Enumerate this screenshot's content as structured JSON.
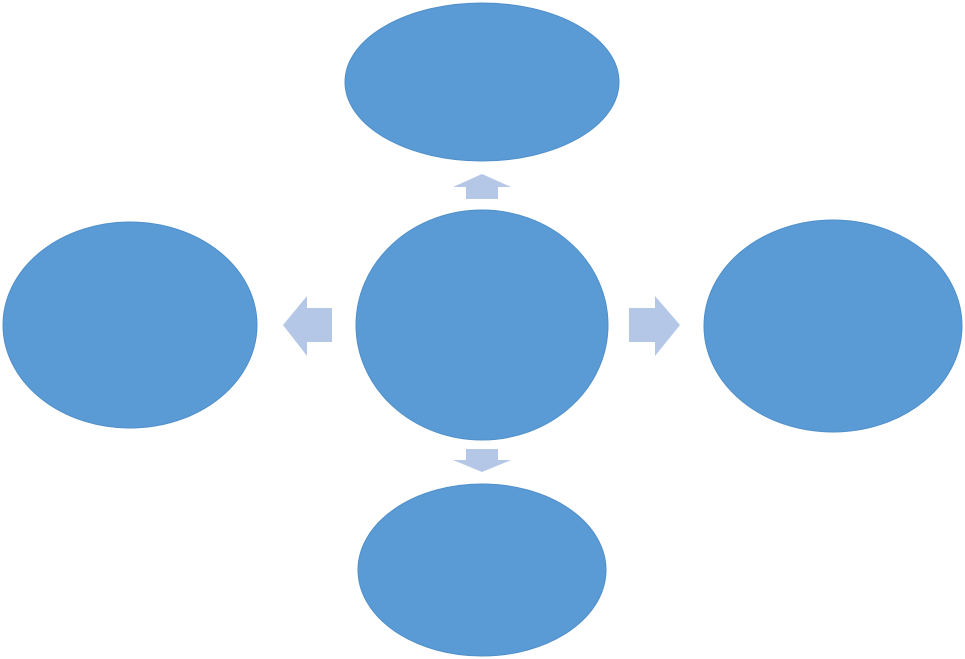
{
  "diagram": {
    "type": "radial-cycle",
    "center_node": {
      "label": ""
    },
    "outer_nodes": [
      {
        "position": "top",
        "label": ""
      },
      {
        "position": "left",
        "label": ""
      },
      {
        "position": "right",
        "label": ""
      },
      {
        "position": "bottom",
        "label": ""
      }
    ],
    "arrow_direction": "outward",
    "colors": {
      "node_fill": "#5b9bd5",
      "node_stroke": "#4f8fca",
      "arrow_fill": "#b4c7e7",
      "background": "#ffffff"
    }
  }
}
